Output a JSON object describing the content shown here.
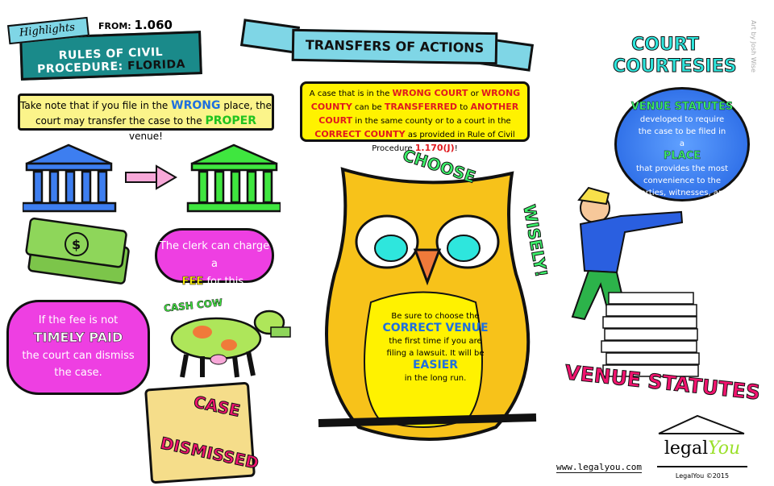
{
  "header": {
    "highlights": "Highlights",
    "from_label": "FROM:",
    "rule_number": "1.060",
    "title_line1": "RULES OF CIVIL",
    "title_line2": "PROCEDURE:",
    "title_state": "FLORIDA"
  },
  "banner": {
    "title": "TRANSFERS OF ACTIONS"
  },
  "note": {
    "p1": "Take note that if you file in the",
    "wrong": "WRONG",
    "p2": "place, the court may transfer the case to the",
    "proper": "PROPER",
    "p3": "venue!"
  },
  "transfer_box": {
    "t1": "A case that is in the",
    "wrong_court": "WRONG COURT",
    "t2": "or",
    "wrong_county": "WRONG COUNTY",
    "t3": "can be",
    "transferred": "TRANSFERRED",
    "t4": "to",
    "another_court": "ANOTHER COURT",
    "t5": "in the same county or to a court in the",
    "correct_county": "CORRECT COUNTY",
    "t6": "as provided in Rule of Civil Procedure",
    "rule": "1.170(J)",
    "t7": "!"
  },
  "fee_cloud": {
    "t1": "The clerk can charge a",
    "fee": "FEE",
    "t2": "for this."
  },
  "timely_cloud": {
    "t1": "If the fee is not",
    "timely": "TIMELY PAID",
    "t2": "the court can dismiss the case."
  },
  "cash_cow": "CASH COW",
  "case_dismissed": {
    "l1": "CASE",
    "l2": "DISMISSED"
  },
  "choose": {
    "l1": "CHOOSE",
    "l2": "WISELY!"
  },
  "owl_text": {
    "t1": "Be sure to choose the",
    "correct_venue": "CORRECT VENUE",
    "t2": "the first time if you are filing a lawsuit. It will be",
    "easier": "EASIER",
    "t3": "in the long run."
  },
  "courtesies": {
    "l1": "COURT",
    "l2": "COURTESIES"
  },
  "bubble": {
    "venue_statutes": "VENUE STATUTES",
    "t1": "developed to require the case to be filed in a",
    "place": "PLACE",
    "t2": "that provides the most convenience to the parties, witnesses, and the court."
  },
  "venue_statutes_title": "VENUE STATUTES",
  "footer": {
    "url": "www.legalyou.com",
    "logo_legal": "legal",
    "logo_you": "You",
    "copyright": "LegalYou ©2015"
  },
  "credit": "Art by Josh Wise",
  "colors": {
    "teal": "#1a8a8a",
    "pink": "#ee3fe2",
    "yellow": "#fff200",
    "owl": "#f7c21a",
    "blue": "#1f5fe0"
  }
}
